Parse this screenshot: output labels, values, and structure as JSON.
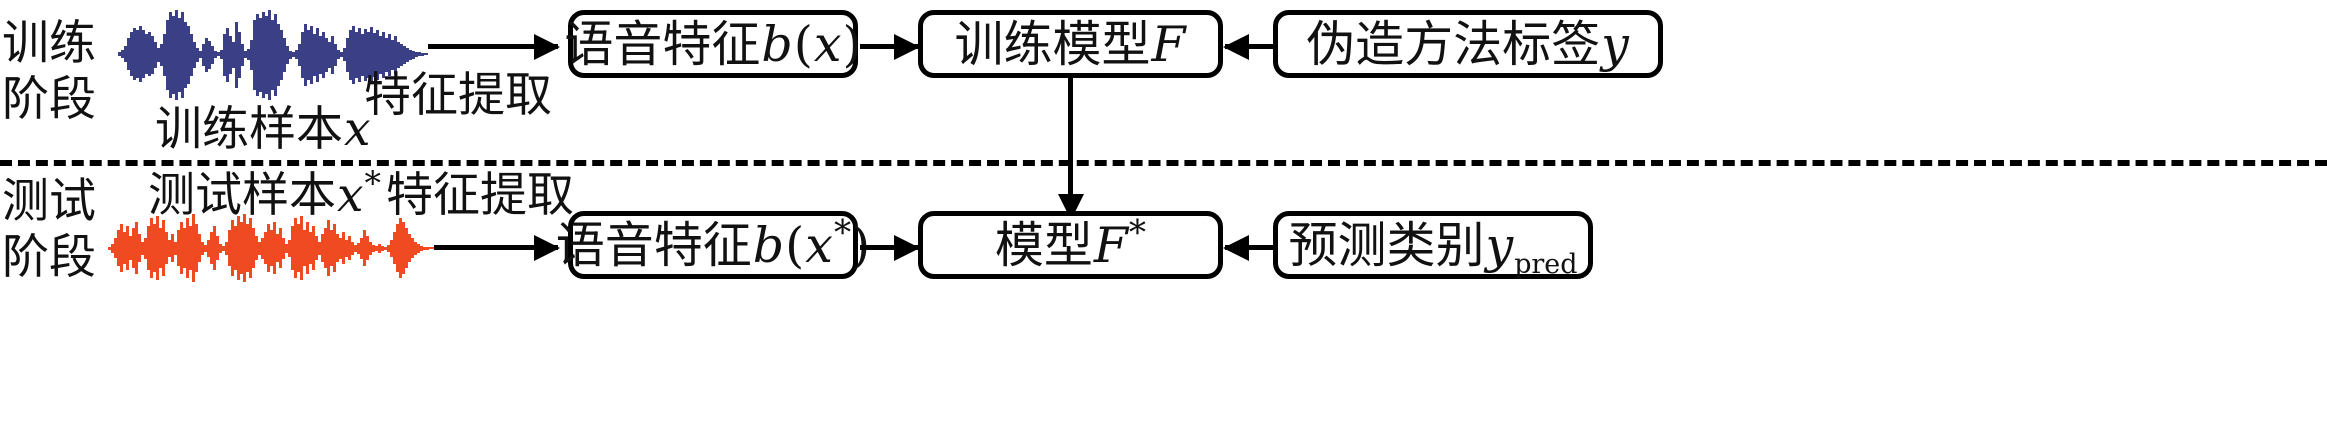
{
  "diagram": {
    "title": "Speech forgery detection training and testing pipeline",
    "divider": "dashed-horizontal-separator"
  },
  "stages": [
    {
      "id": "training",
      "caption_line1": "训练",
      "caption_line2": "阶段",
      "waveform": {
        "name": "training-waveform",
        "color": "#3b3f86"
      },
      "sample_label": {
        "text": "训练样本",
        "symbol": "x"
      },
      "extract_label": "特征提取",
      "boxes": [
        {
          "id": "feature-box-train",
          "text": "语音特征",
          "symbol": "b(x)"
        },
        {
          "id": "model-box-train",
          "text": "训练模型",
          "symbol": "F"
        },
        {
          "id": "label-box-train",
          "text": "伪造方法标签",
          "symbol": "y"
        }
      ]
    },
    {
      "id": "testing",
      "caption_line1": "测试",
      "caption_line2": "阶段",
      "waveform": {
        "name": "testing-waveform",
        "color": "#ef4a22"
      },
      "sample_label": {
        "text": "测试样本",
        "symbol": "x*"
      },
      "extract_label": "特征提取",
      "boxes": [
        {
          "id": "feature-box-test",
          "text": "语音特征",
          "symbol": "b(x*)"
        },
        {
          "id": "model-box-test",
          "text": "模型",
          "symbol": "F*"
        },
        {
          "id": "label-box-test",
          "text": "预测类别",
          "symbol": "y_pred"
        }
      ]
    }
  ],
  "text": {
    "train_caption_1": "训练",
    "train_caption_2": "阶段",
    "test_caption_1": "测试",
    "test_caption_2": "阶段",
    "train_sample": "训练样本",
    "train_sample_sym": "x",
    "test_sample": "测试样本",
    "test_sample_sym": "x",
    "extract_top": "特征提取",
    "extract_bottom": "特征提取",
    "feat_top": "语音特征",
    "feat_top_sym_b": "b",
    "feat_top_sym_open": "(",
    "feat_top_sym_x": "x",
    "feat_top_sym_close": ")",
    "feat_bottom": "语音特征",
    "feat_bottom_sym_b": "b",
    "feat_bottom_sym_open": "(",
    "feat_bottom_sym_x": "x",
    "feat_bottom_sym_close": ")",
    "model_top": "训练模型",
    "model_top_sym": "F",
    "model_bottom": "模型",
    "model_bottom_sym": "F",
    "forge_label": "伪造方法标签",
    "forge_label_sym": "y",
    "pred_label": "预测类别",
    "pred_label_sym": "y",
    "pred_label_sub": "pred"
  },
  "colors": {
    "train_wave": "#3b3f86",
    "test_wave": "#ef4a22",
    "stroke": "#000000",
    "background": "#ffffff"
  }
}
